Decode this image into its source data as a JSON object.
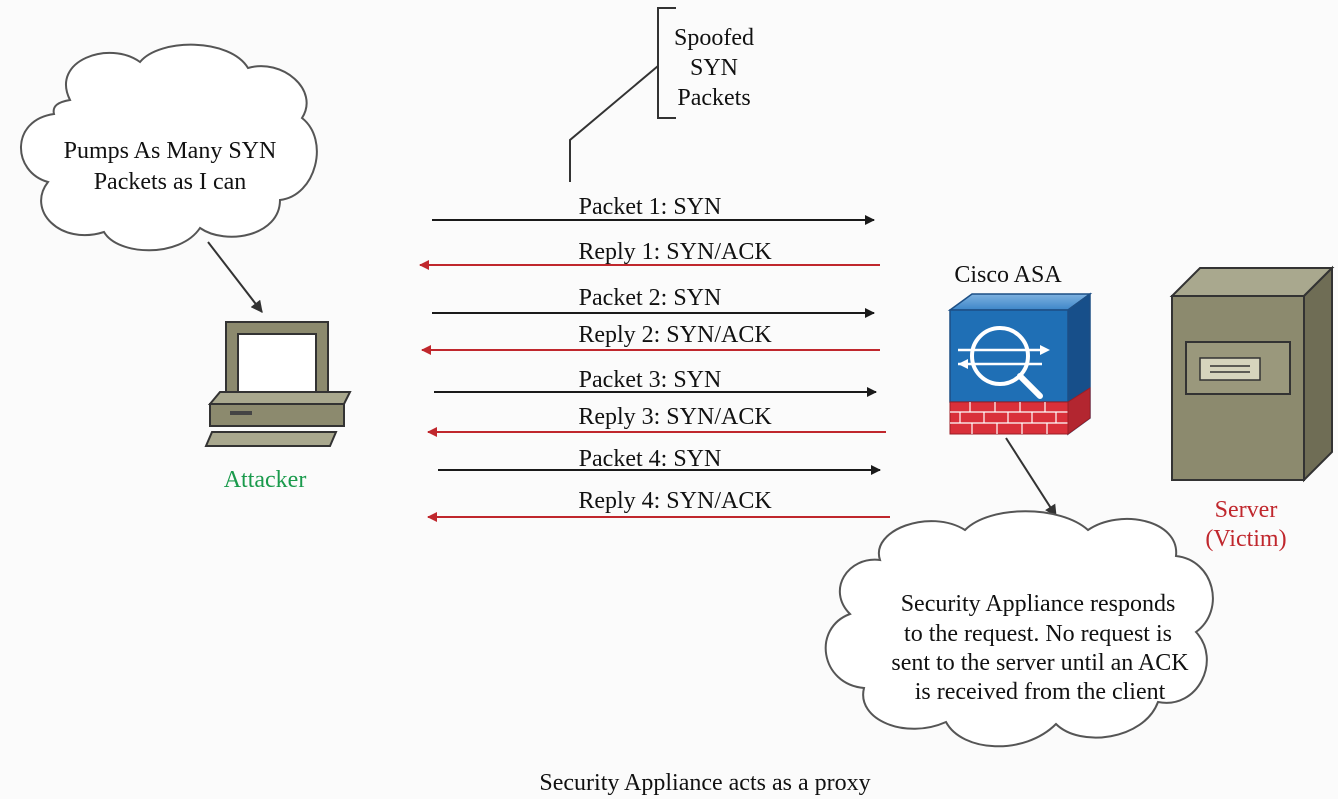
{
  "labels": {
    "spoofed": [
      "Spoofed",
      "SYN",
      "Packets"
    ],
    "attacker_cloud": [
      "Pumps As Many SYN",
      "Packets as I can"
    ],
    "attacker": "Attacker",
    "asa": "Cisco ASA",
    "server": [
      "Server",
      "(Victim)"
    ],
    "asa_cloud": [
      "Security Appliance responds",
      "to the request. No request is",
      "sent to the server until an ACK",
      "is received from the client"
    ],
    "caption": "Security Appliance acts as a proxy"
  },
  "exchange": [
    {
      "packet": "Packet 1: SYN",
      "reply": "Reply 1: SYN/ACK"
    },
    {
      "packet": "Packet 2: SYN",
      "reply": "Reply 2: SYN/ACK"
    },
    {
      "packet": "Packet 3: SYN",
      "reply": "Reply 3: SYN/ACK"
    },
    {
      "packet": "Packet 4: SYN",
      "reply": "Reply 4: SYN/ACK"
    }
  ],
  "colors": {
    "packet_arrow": "#1a1a1a",
    "reply_arrow": "#c0272d",
    "attacker_label": "#1a9a4c",
    "server_label": "#c0272d",
    "asa_blue": "#1f6fb5",
    "asa_wall": "#d9303a",
    "server_body": "#8c8a6e"
  }
}
